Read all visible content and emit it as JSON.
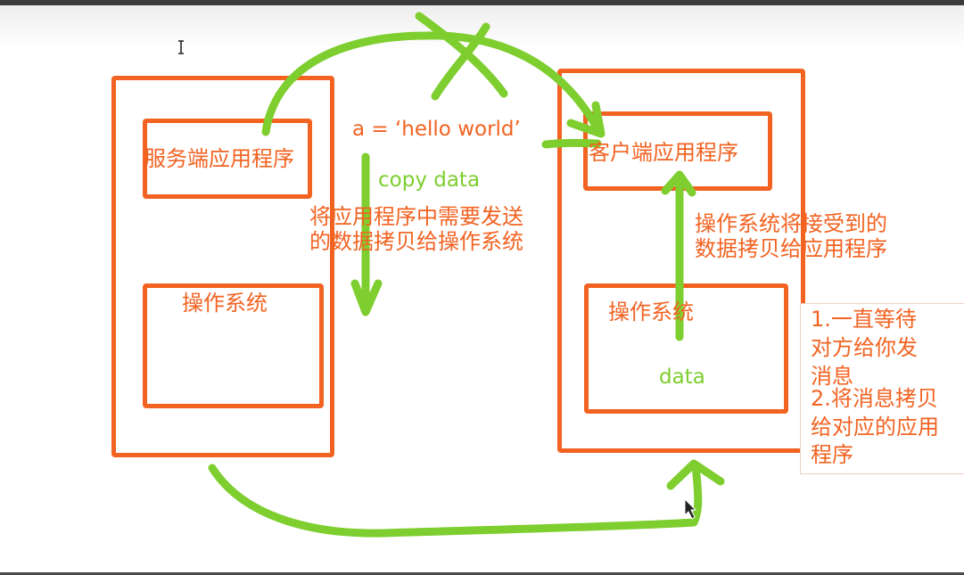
{
  "server_app_label": "服务端应用程序",
  "server_os_label": "操作系统",
  "client_app_label": "客户端应用程序",
  "client_os_label": "操作系统",
  "client_os_data_label": "data",
  "code_snippet": "a = ‘hello world’",
  "copy_data_label": "copy data",
  "send_note": {
    "line1": "将应用程序中需要发送",
    "line2": "的数据拷贝给操作系统"
  },
  "receive_note": {
    "line1": "操作系统将接受到的",
    "line2": "数据拷贝给应用程序"
  },
  "side_notes": {
    "line1": "1.一直等待",
    "line2": "对方给你发",
    "line3": "消息",
    "line4": "2.将消息拷贝",
    "line5": "给对应的应用",
    "line6": "程序"
  },
  "colors": {
    "box_outline": "#f26322",
    "annotation_orange": "#f26322",
    "arrow_green": "#7dce2e"
  }
}
